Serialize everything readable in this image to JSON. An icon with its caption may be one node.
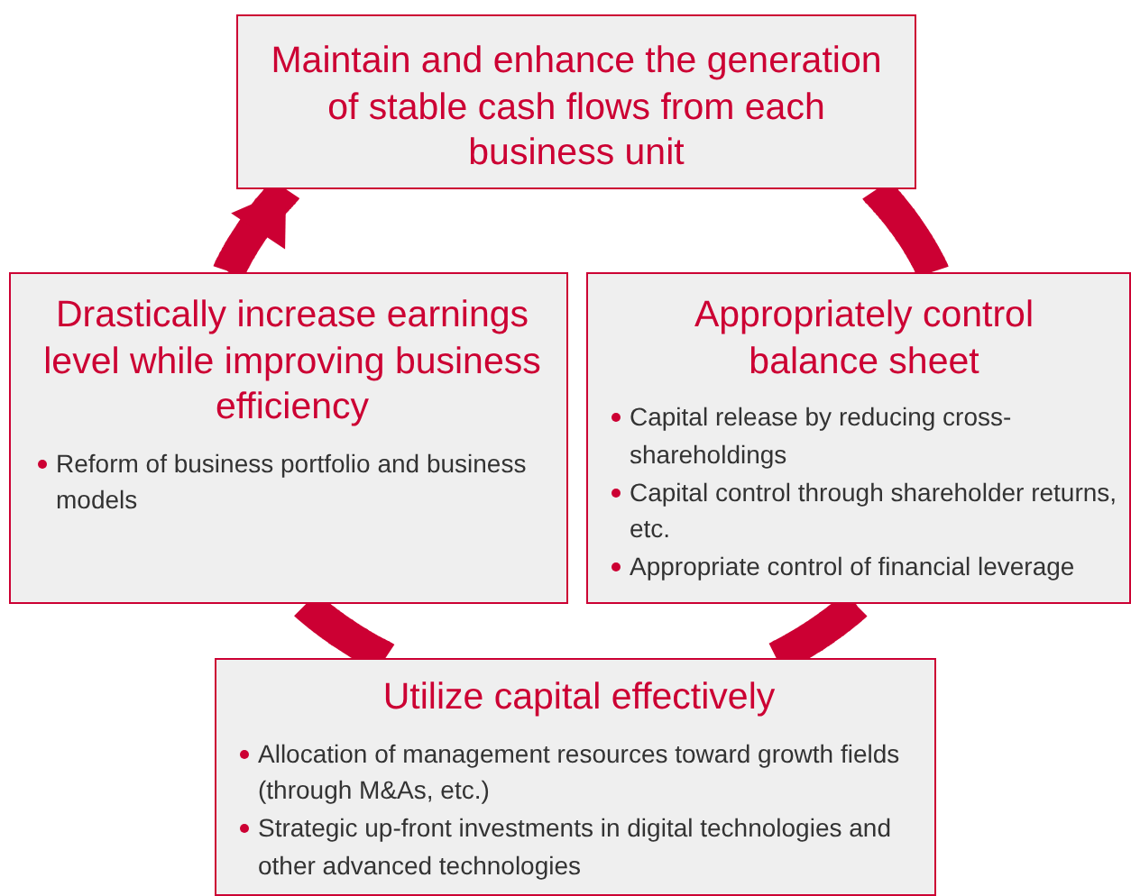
{
  "diagram": {
    "nodes": [
      {
        "text": [
          "Maintain and enhance the generation of stable cash flows from each business unit"
        ]
      },
      {
        "text": [
          "Drastically increase earnings level while improving business efficiency",
          "Reform of business portfolio and business models"
        ]
      },
      {
        "text": [
          "Appropriately control balance sheet",
          "Capital release by reducing cross-shareholdings",
          "Capital control through shareholder returns, etc.",
          "Appropriate control of financial leverage"
        ]
      },
      {
        "text": [
          "Utilize capital effectively",
          "Allocation of management resources toward growth fields (through M&As, etc.)",
          "Strategic up-front investments in digital technologies and other advanced technologies"
        ]
      }
    ],
    "edges": [
      {
        "from": 0,
        "to": 2,
        "arrow": "none"
      },
      {
        "from": 2,
        "to": 3,
        "arrow": "none"
      },
      {
        "from": 3,
        "to": 1,
        "arrow": "none"
      },
      {
        "from": 1,
        "to": 0,
        "arrow": "to"
      }
    ]
  }
}
